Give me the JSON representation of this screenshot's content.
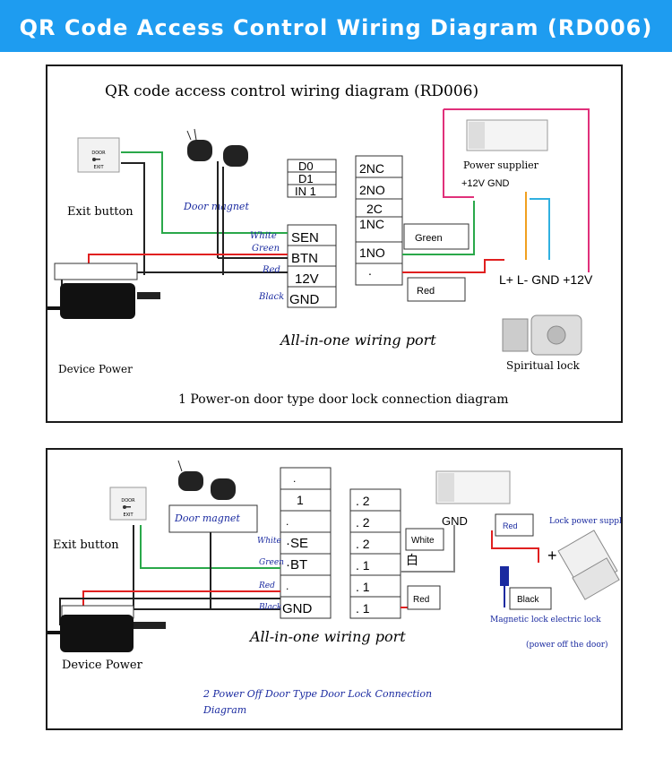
{
  "banner": {
    "title": "QR Code Access Control Wiring Diagram (RD006)"
  },
  "diagram1": {
    "title": "QR code access control wiring diagram (RD006)",
    "exit_button_label": "Exit button",
    "door_magnet_label": "Door magnet",
    "device_power_label": "Device Power",
    "port_label": "All-in-one wiring port",
    "power_supplier_label": "Power supplier",
    "power_supplier_out": "+12V GND",
    "power_terminals": "L+ L- GND +12V",
    "lock_label": "Spiritual lock",
    "caption": "1 Power-on door type door lock connection diagram",
    "exit_plate": [
      "DOOR",
      "EXIT"
    ],
    "left_terminals_top": [
      "D0",
      "D1",
      "IN 1"
    ],
    "left_terminals_bottom": [
      "SEN",
      "BTN",
      "12V",
      "GND"
    ],
    "right_terminals": [
      "2NC",
      "2NO",
      "2C",
      "1NC",
      "1NO",
      "."
    ],
    "wire_labels": {
      "white": "White",
      "green": "Green",
      "red": "Red",
      "black": "Black"
    },
    "box_green": "Green",
    "box_red": "Red"
  },
  "diagram2": {
    "exit_button_label": "Exit button",
    "door_magnet_label": "Door magnet",
    "device_power_label": "Device Power",
    "port_label": "All-in-one wiring port",
    "gnd_label": "GND",
    "lock_supply_label": "Lock power supply",
    "plus_label": "+",
    "magnetic_lock_label": "Magnetic lock electric lock",
    "power_off_label": "(power off the door)",
    "caption_line1": "2 Power Off Door Type Door Lock Connection",
    "caption_line2": "Diagram",
    "exit_plate": [
      "DOOR",
      "EXIT"
    ],
    "left_terminals": [
      ".",
      "1",
      ".",
      "·SE",
      "·BT",
      ".",
      "GND"
    ],
    "right_terminals": [
      ". 2",
      ". 2",
      ". 2",
      ". 1",
      ". 1",
      ". 1"
    ],
    "wire_labels": {
      "white": "White",
      "green": "Green",
      "red": "Red",
      "black": "Black"
    },
    "box_white": "White",
    "box_white_char": "白",
    "box_red": "Red",
    "lock_red": "Red",
    "lock_black": "Black"
  },
  "colors": {
    "banner": "#1e9cf0",
    "green_wire": "#2aa84a",
    "red_wire": "#e02020",
    "pink_wire": "#e0307a",
    "orange_wire": "#f0a020",
    "cyan_wire": "#30b0e0",
    "label_blue": "#1a2aa0"
  }
}
